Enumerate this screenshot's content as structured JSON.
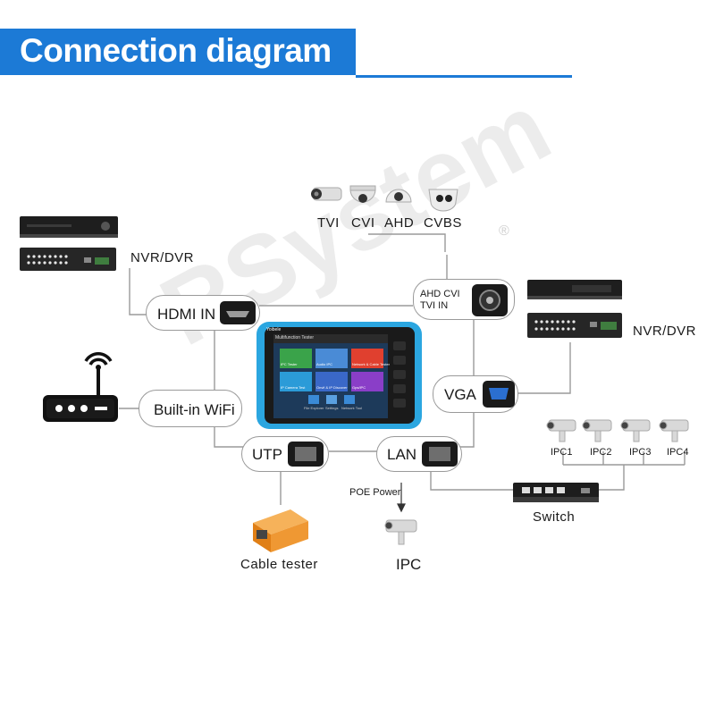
{
  "header": {
    "title": "Connection diagram"
  },
  "watermark": {
    "text": "RSystem",
    "mark": "®"
  },
  "labels": {
    "hdmi_in": "HDMI IN",
    "builtin_wifi": "Built-in WiFi",
    "utp": "UTP",
    "lan": "LAN",
    "vga": "VGA",
    "ahd_port": "AHD CVI TVI IN",
    "nvr_dvr_left": "NVR/DVR",
    "nvr_dvr_right": "NVR/DVR",
    "cable_tester": "Cable tester",
    "ipc_bottom": "IPC",
    "poe_power": "POE Power",
    "switch": "Switch"
  },
  "cameras_top": [
    "TVI",
    "CVI",
    "AHD",
    "CVBS"
  ],
  "ipc_list": [
    "IPC1",
    "IPC2",
    "IPC3",
    "IPC4"
  ],
  "device_screen": {
    "header_text": "Multifunction Tester",
    "brand": "Yoibele",
    "tiles": [
      "IPC Tester",
      "Audio IPC",
      "Network & Cable Tester",
      "IP Camera Test",
      "Onvif & IP Discover",
      "Gps/IPC"
    ],
    "bottom_items": [
      "File Explorer",
      "Settings",
      "Network Tool"
    ]
  },
  "colors": {
    "accent": "#1c7ad6",
    "line": "#9a9a9a",
    "device_blue": "#2ba6e0"
  }
}
